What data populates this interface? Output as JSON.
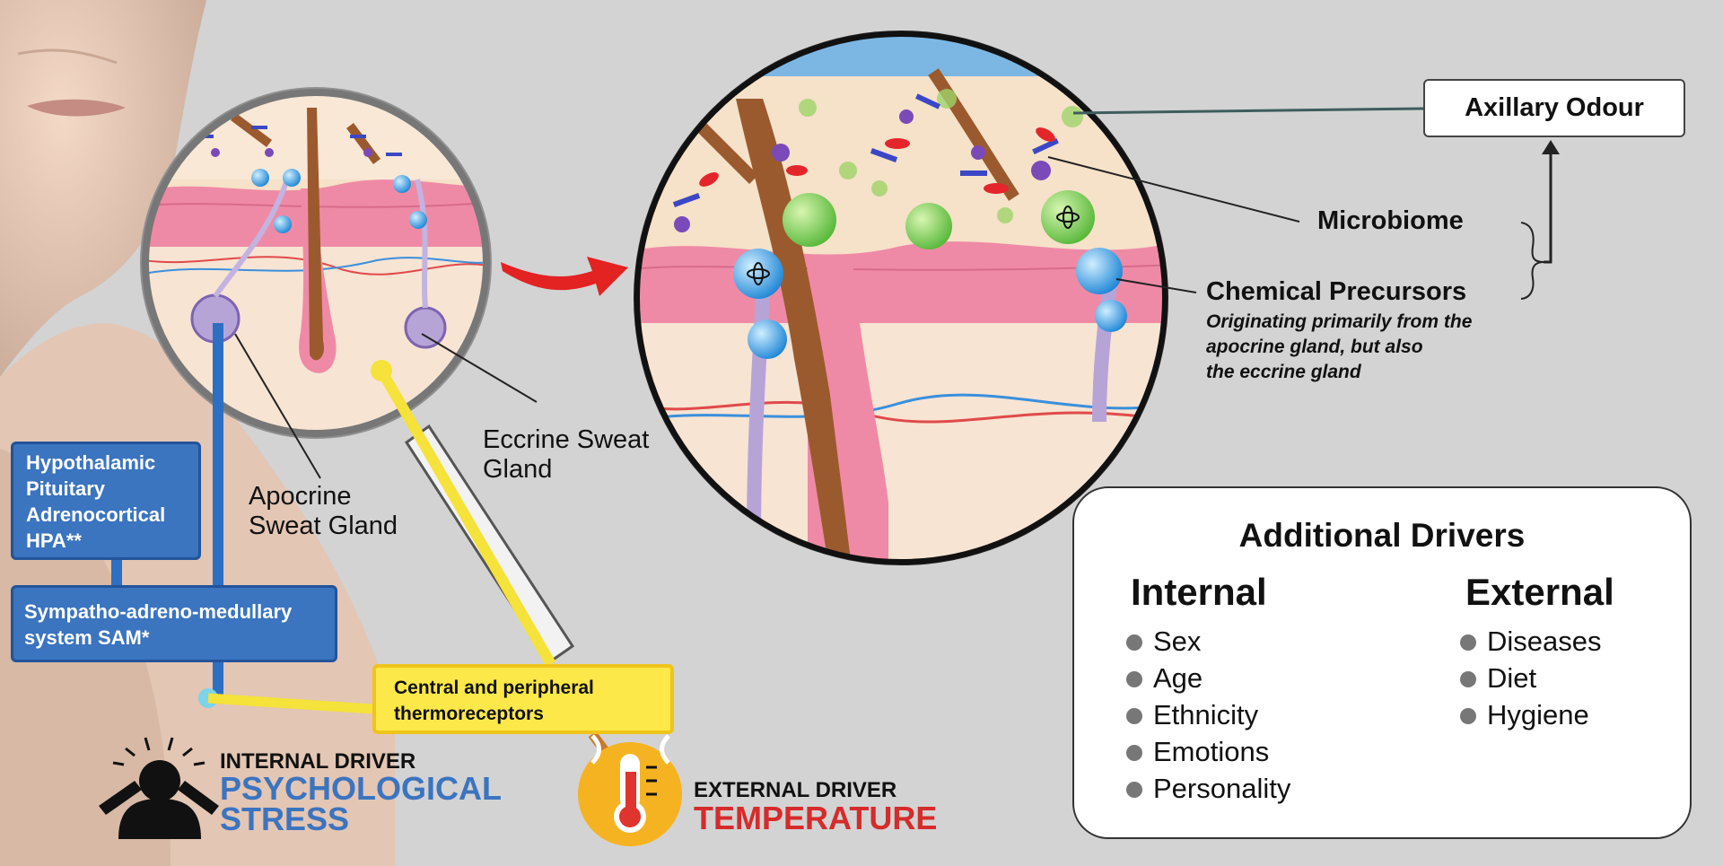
{
  "labels": {
    "eccrine_line1": "Eccrine Sweat",
    "eccrine_line2": "Gland",
    "apocrine_line1": "Apocrine",
    "apocrine_line2": "Sweat Gland",
    "microbiome": "Microbiome",
    "chemical_precursors": "Chemical Precursors",
    "precursor_note_1": "Originating primarily from the",
    "precursor_note_2": "apocrine gland, but also",
    "precursor_note_3": "the eccrine gland",
    "axillary_odour": "Axillary Odour"
  },
  "hpa_box": [
    "Hypothalamic",
    "Pituitary",
    "Adrenocortical",
    "HPA**"
  ],
  "sam_box": [
    "Sympatho-adreno-medullary",
    "system SAM*"
  ],
  "thermo_box": [
    "Central and peripheral",
    "thermoreceptors"
  ],
  "internal_driver": {
    "small": "INTERNAL DRIVER",
    "big1": "PSYCHOLOGICAL",
    "big2": "STRESS"
  },
  "external_driver": {
    "small": "EXTERNAL DRIVER",
    "big": "TEMPERATURE"
  },
  "additional_drivers": {
    "title": "Additional Drivers",
    "internal": {
      "heading": "Internal",
      "items": [
        "Sex",
        "Age",
        "Ethnicity",
        "Emotions",
        "Personality"
      ]
    },
    "external": {
      "heading": "External",
      "items": [
        "Diseases",
        "Diet",
        "Hygiene"
      ]
    }
  },
  "colors": {
    "background": "#d3d3d3",
    "hpa_blue": "#3b74bf",
    "thermo_yellow": "#fde84a",
    "psych_blue": "#3b74bf",
    "temperature_red": "#d62b2b",
    "skin_pink": "#ef8aa6",
    "hair_brown": "#9b5a2e",
    "sweat_blue": "#3a9be0",
    "arrow_red": "#e32222"
  },
  "icons": [
    "stress-person-icon",
    "thermometer-icon",
    "red-curved-arrow-icon",
    "bullet-dot-icon"
  ]
}
